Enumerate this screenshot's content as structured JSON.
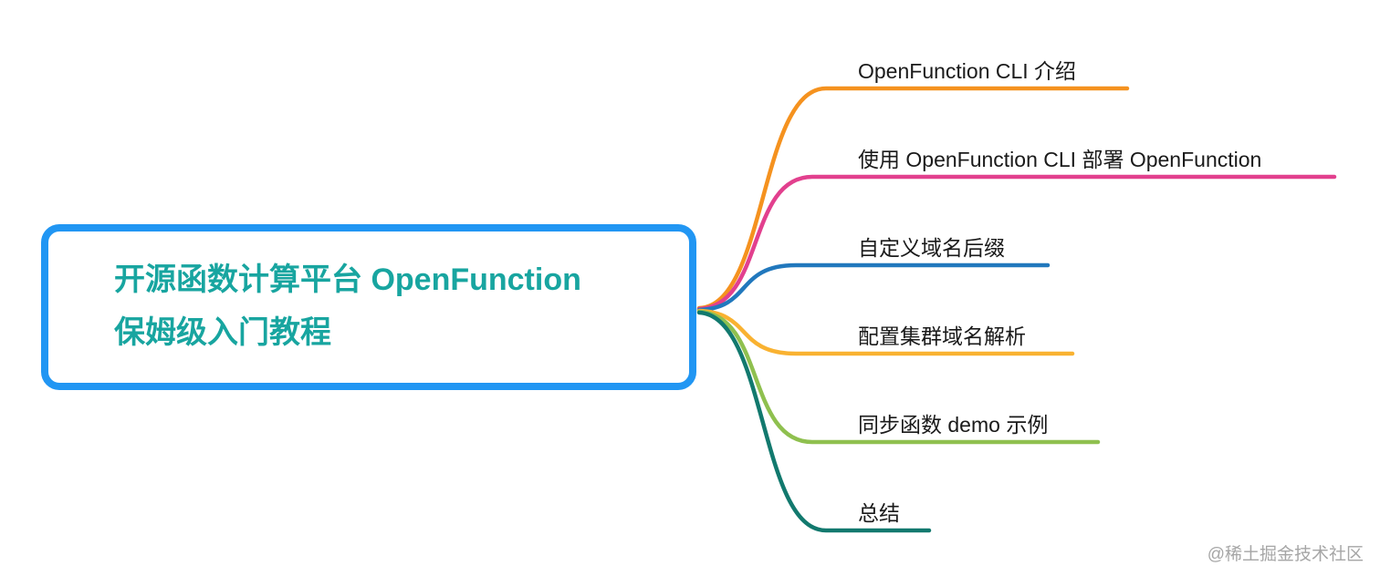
{
  "root": {
    "title_line1": "开源函数计算平台 OpenFunction",
    "title_line2": "保姆级入门教程",
    "border_color": "#2196f3",
    "text_color": "#18a5a0"
  },
  "branches": [
    {
      "label": "OpenFunction CLI 介绍",
      "color": "#f5921f"
    },
    {
      "label": "使用 OpenFunction CLI 部署 OpenFunction",
      "color": "#e2408e"
    },
    {
      "label": "自定义域名后缀",
      "color": "#2178bd"
    },
    {
      "label": "配置集群域名解析",
      "color": "#f9b231"
    },
    {
      "label": "同步函数 demo 示例",
      "color": "#8fc04f"
    },
    {
      "label": "总结",
      "color": "#12796e"
    }
  ],
  "watermark": "@稀土掘金技术社区"
}
